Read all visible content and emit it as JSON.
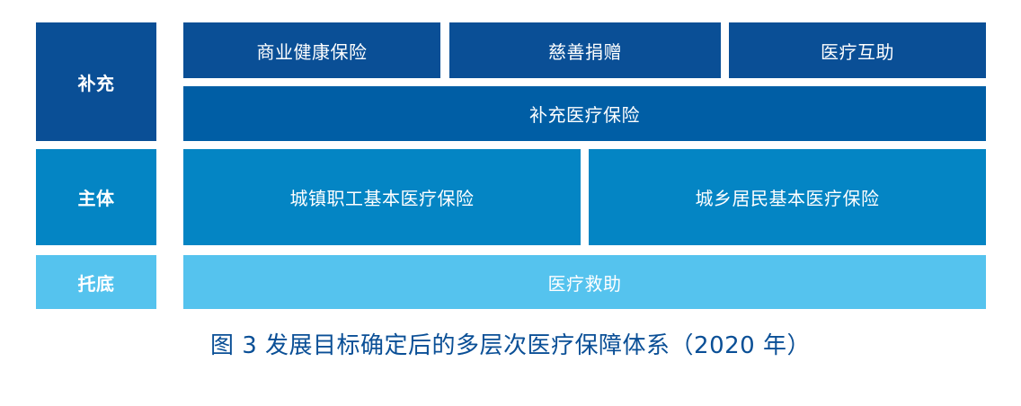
{
  "colors": {
    "dark_blue": "#0a4f96",
    "mid_blue": "#005ea5",
    "teal_blue": "#0485c4",
    "light_blue": "#55c3ee",
    "caption": "#0a4f96"
  },
  "tiers": {
    "supplement": {
      "label": "补充",
      "top_row": [
        "商业健康保险",
        "慈善捐赠",
        "医疗互助"
      ],
      "bottom_row": "补充医疗保险"
    },
    "main": {
      "label": "主体",
      "items": [
        "城镇职工基本医疗保险",
        "城乡居民基本医疗保险"
      ]
    },
    "base": {
      "label": "托底",
      "item": "医疗救助"
    }
  },
  "caption": "图 3 发展目标确定后的多层次医疗保障体系（2020 年）"
}
